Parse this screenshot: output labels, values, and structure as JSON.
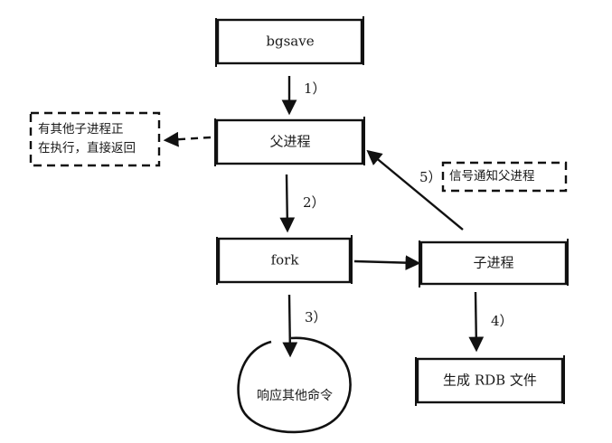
{
  "nodes": {
    "bgsave": "bgsave",
    "parent": "父进程",
    "fork": "fork",
    "child": "子进程",
    "rdb": "生成 RDB 文件",
    "respond": "响应其他命令"
  },
  "notes": {
    "busy_line1": "有其他子进程正",
    "busy_line2": "在执行，直接返回",
    "signal": "信号通知父进程"
  },
  "steps": {
    "s1": "1）",
    "s2": "2）",
    "s3": "3）",
    "s4": "4）",
    "s5": "5）"
  }
}
